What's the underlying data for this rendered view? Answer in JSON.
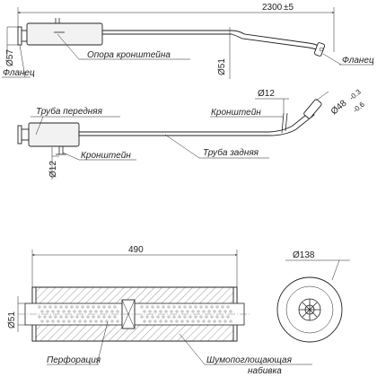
{
  "top_view": {
    "length_dim": "2300",
    "length_tol": "±5",
    "flange_dia": "Ø57",
    "flange_left_label": "Фланец",
    "bracket_support_label": "Опора кронштейна",
    "pipe_dia": "Ø51",
    "flange_right_label": "Фланец"
  },
  "middle_view": {
    "front_pipe_label": "Труба передняя",
    "bracket_left_label": "Кронштейн",
    "bracket_left_dia": "Ø12",
    "bracket_right_dia": "Ø12",
    "bracket_right_label": "Кронштейн",
    "rear_pipe_label": "Труба задняя",
    "outlet_dia": "Ø48",
    "outlet_tol_upper": "-0.3",
    "outlet_tol_lower": "-0.6"
  },
  "section_view": {
    "length_dim": "490",
    "pipe_dia": "Ø51",
    "perforation_label": "Перфорация",
    "packing_label_line1": "Шумопоглощающая",
    "packing_label_line2": "набивка"
  },
  "end_view": {
    "body_dia": "Ø138"
  }
}
